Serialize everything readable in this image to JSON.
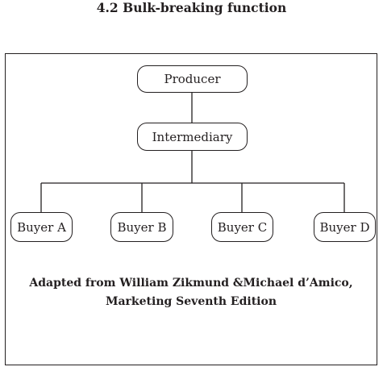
{
  "title": "4.2 Bulk-breaking function",
  "diagram": {
    "producer": "Producer",
    "intermediary": "Intermediary",
    "buyers": [
      "Buyer A",
      "Buyer B",
      "Buyer C",
      "Buyer D"
    ]
  },
  "credit": {
    "line1": "Adapted from William Zikmund &Michael d’Amico,",
    "line2": "Marketing Seventh Edition"
  }
}
